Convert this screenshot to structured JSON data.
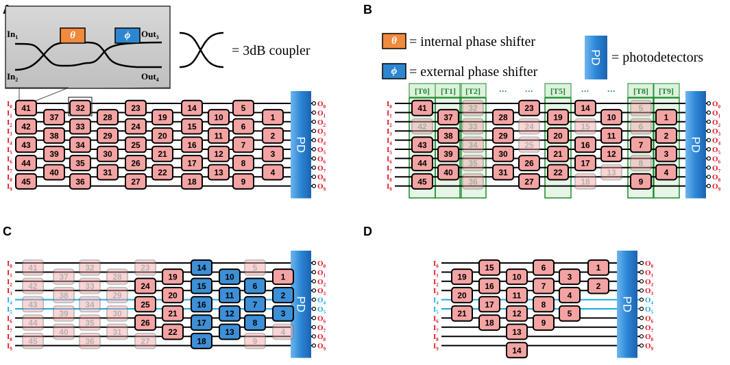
{
  "panels": {
    "A": {
      "letter": "A",
      "zoom": {
        "in1": "In",
        "in1_sub": "1",
        "in2": "In",
        "in2_sub": "2",
        "out3": "Out",
        "out3_sub": "3",
        "out4": "Out",
        "out4_sub": "4",
        "theta": "θ",
        "phi": "ϕ"
      },
      "coupler_label": "= 3dB coupler",
      "pd": "PD",
      "columns": [
        [
          41,
          42,
          43,
          44,
          45
        ],
        [
          37,
          38,
          39,
          40
        ],
        [
          32,
          33,
          34,
          35,
          36
        ],
        [
          28,
          29,
          30,
          31
        ],
        [
          23,
          24,
          25,
          26,
          27
        ],
        [
          19,
          20,
          21,
          22
        ],
        [
          14,
          15,
          16,
          17,
          18
        ],
        [
          10,
          11,
          12,
          13
        ],
        [
          5,
          6,
          7,
          8,
          9
        ],
        [
          1,
          2,
          3,
          4
        ]
      ]
    },
    "B": {
      "letter": "B",
      "legend": {
        "theta": "θ",
        "theta_label": "= internal phase shifter",
        "phi": "ϕ",
        "phi_label": "= external phase shifter",
        "pd": "PD",
        "pd_label": "= photodetectors"
      },
      "time_labels": [
        "[T0]",
        "[T1]",
        "[T2]",
        "···",
        "···",
        "[T5]",
        "···",
        "···",
        "[T8]",
        "[T9]"
      ],
      "faded": [
        42,
        32,
        33,
        34,
        35,
        36,
        24,
        25,
        15,
        13,
        18,
        5,
        6,
        8
      ],
      "pd": "PD"
    },
    "C": {
      "letter": "C",
      "highlighted": [
        1,
        2,
        3,
        6,
        7,
        8,
        10,
        11,
        12,
        13,
        14,
        15,
        16,
        17,
        18,
        19,
        20,
        21,
        22,
        24,
        25,
        26
      ],
      "blue": [
        2,
        3,
        6,
        7,
        8,
        10,
        11,
        12,
        13,
        14,
        15,
        16,
        17,
        18
      ],
      "pd": "PD"
    },
    "D": {
      "letter": "D",
      "columns": [
        [
          19,
          20,
          21
        ],
        [
          15,
          16,
          17,
          18
        ],
        [
          10,
          11,
          12,
          13,
          14
        ],
        [
          6,
          7,
          8,
          9
        ],
        [
          3,
          4,
          5
        ],
        [
          1,
          2
        ]
      ],
      "pd": "PD"
    }
  },
  "inputs": [
    "I0",
    "I1",
    "I2",
    "I3",
    "I4",
    "I5",
    "I6",
    "I7",
    "I8",
    "I9"
  ],
  "outputs": [
    "O0",
    "O1",
    "O2",
    "O3",
    "O4",
    "O5",
    "O6",
    "O7",
    "O8",
    "O9"
  ],
  "colors": {
    "mzi_pink": "#f4a3a3",
    "mzi_blue": "#3d8fd6",
    "theta_orange": "#f08a3c",
    "phi_blue": "#2f86d0",
    "pd_blue": "#2b86d6",
    "label_red": "#e0101e",
    "label_cyan": "#1aa6e0",
    "green": "#1a8a2a"
  }
}
